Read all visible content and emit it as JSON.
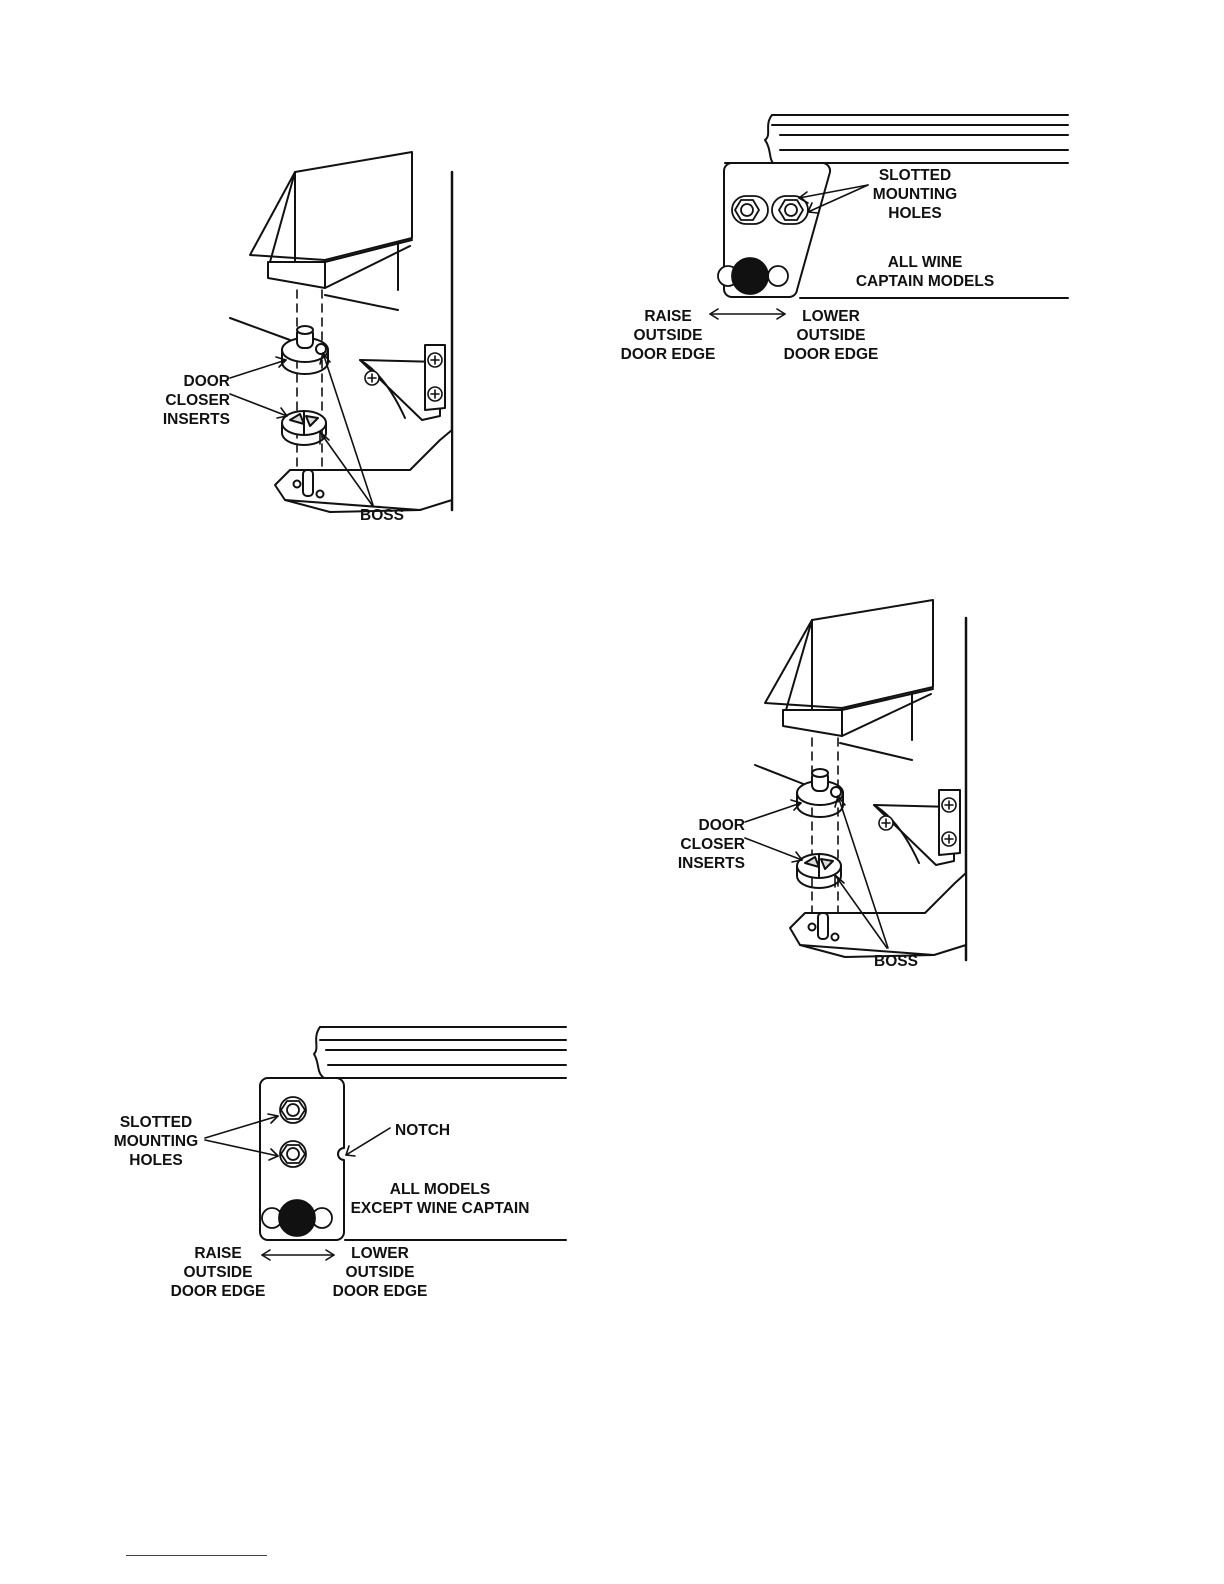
{
  "figures": {
    "hinge_top": {
      "label_inserts": [
        "DOOR",
        "CLOSER",
        "INSERTS"
      ],
      "label_boss": "BOSS"
    },
    "plate_wine": {
      "label_slotted": [
        "SLOTTED",
        "MOUNTING",
        "HOLES"
      ],
      "label_models": [
        "ALL WINE",
        "CAPTAIN MODELS"
      ],
      "label_raise": [
        "RAISE",
        "OUTSIDE",
        "DOOR EDGE"
      ],
      "label_lower": [
        "LOWER",
        "OUTSIDE",
        "DOOR EDGE"
      ]
    },
    "hinge_bottom": {
      "label_inserts": [
        "DOOR",
        "CLOSER",
        "INSERTS"
      ],
      "label_boss": "BOSS"
    },
    "plate_std": {
      "label_slotted": [
        "SLOTTED",
        "MOUNTING",
        "HOLES"
      ],
      "label_notch": "NOTCH",
      "label_models": [
        "ALL MODELS",
        "EXCEPT WINE CAPTAIN"
      ],
      "label_raise": [
        "RAISE",
        "OUTSIDE",
        "DOOR EDGE"
      ],
      "label_lower": [
        "LOWER",
        "OUTSIDE",
        "DOOR EDGE"
      ]
    }
  },
  "footer": {
    "rule_color": "#1f3fa8"
  }
}
